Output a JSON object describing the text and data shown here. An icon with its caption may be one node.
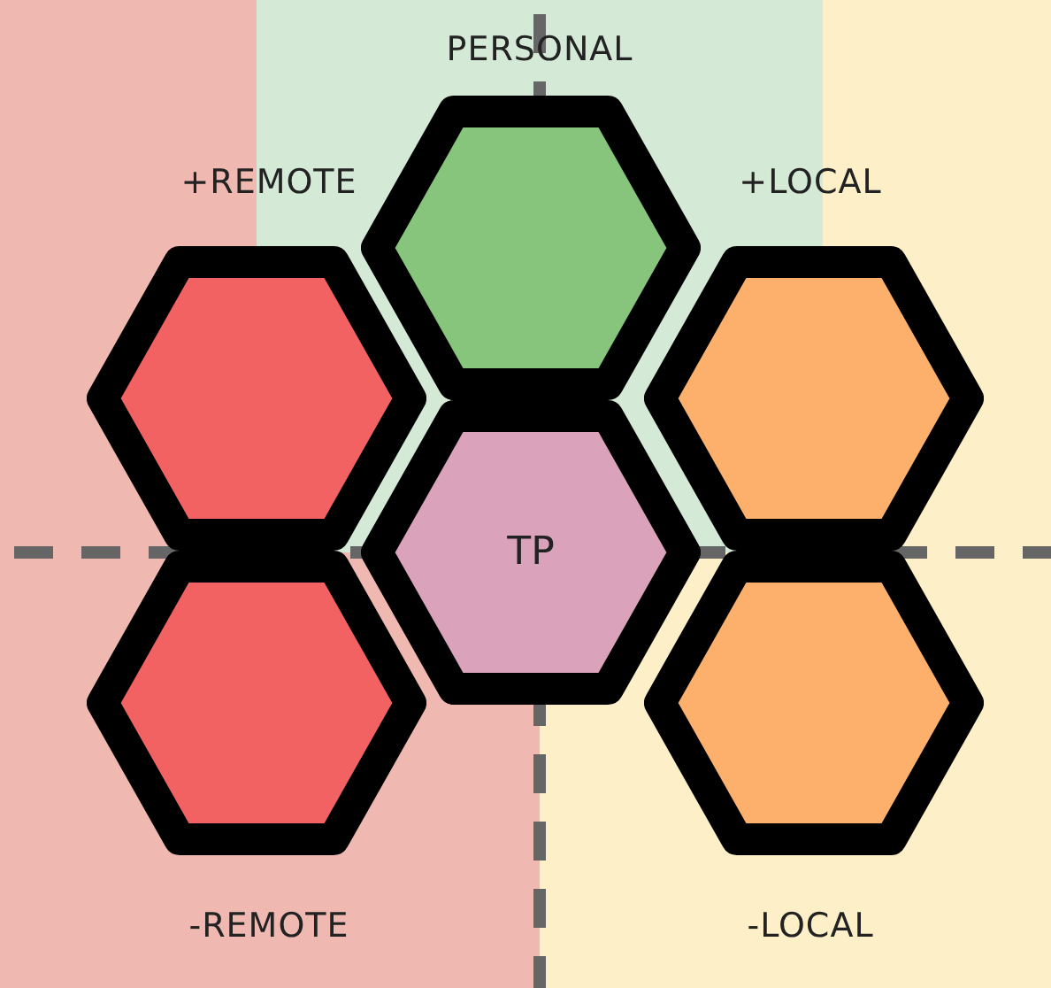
{
  "diagram": {
    "nodes": [
      {
        "text": [],
        "shape": "hexagon"
      },
      {
        "text": [],
        "shape": "hexagon"
      },
      {
        "text": [],
        "shape": "hexagon"
      },
      {
        "text": [
          "TP"
        ]
      },
      {
        "text": [],
        "shape": "hexagon"
      },
      {
        "text": [],
        "shape": "hexagon"
      }
    ],
    "edges": [],
    "labels": [
      "PERSONAL",
      "+REMOTE",
      "+LOCAL",
      "-REMOTE",
      "-LOCAL"
    ]
  }
}
